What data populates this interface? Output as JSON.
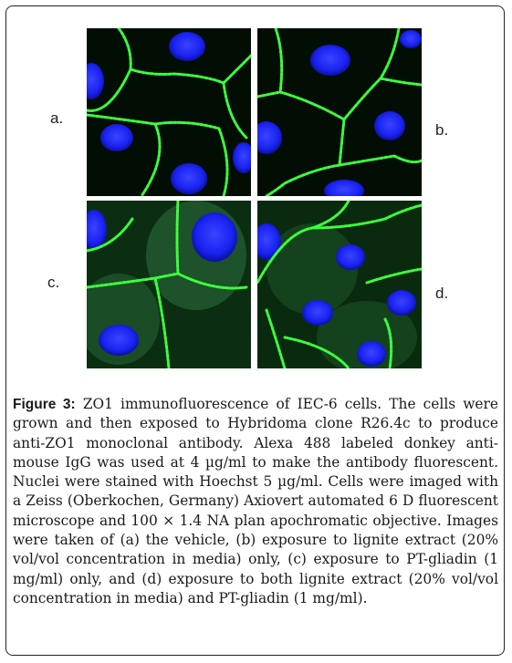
{
  "panels": [
    {
      "id": "a",
      "label": "a."
    },
    {
      "id": "b",
      "label": "b."
    },
    {
      "id": "c",
      "label": "c."
    },
    {
      "id": "d",
      "label": "d."
    }
  ],
  "caption": {
    "label": "Figure 3:",
    "text": "ZO1 immunofluorescence of IEC-6 cells. The cells were grown and then exposed to Hybridoma clone R26.4c to produce anti-ZO1 monoclonal antibody. Alexa 488 labeled donkey anti-mouse IgG was used at 4 µg/ml to make the antibody fluorescent. Nuclei were stained with Hoechst 5 µg/ml. Cells were imaged with a Zeiss (Oberkochen, Germany) Axiovert automated 6 D fluorescent microscope and 100 × 1.4 NA plan apochromatic objective. Images were taken of (a) the vehicle, (b) exposure to lignite extract (20% vol/vol concentration in media) only, (c) exposure to PT-gliadin (1 mg/ml) only, and (d) exposure to both lignite extract (20% vol/vol concentration in media) and PT-gliadin (1 mg/ml)."
  },
  "colors": {
    "nucleus": "#1a22ff",
    "junction": "#3cff3c",
    "background": "#020d04"
  }
}
